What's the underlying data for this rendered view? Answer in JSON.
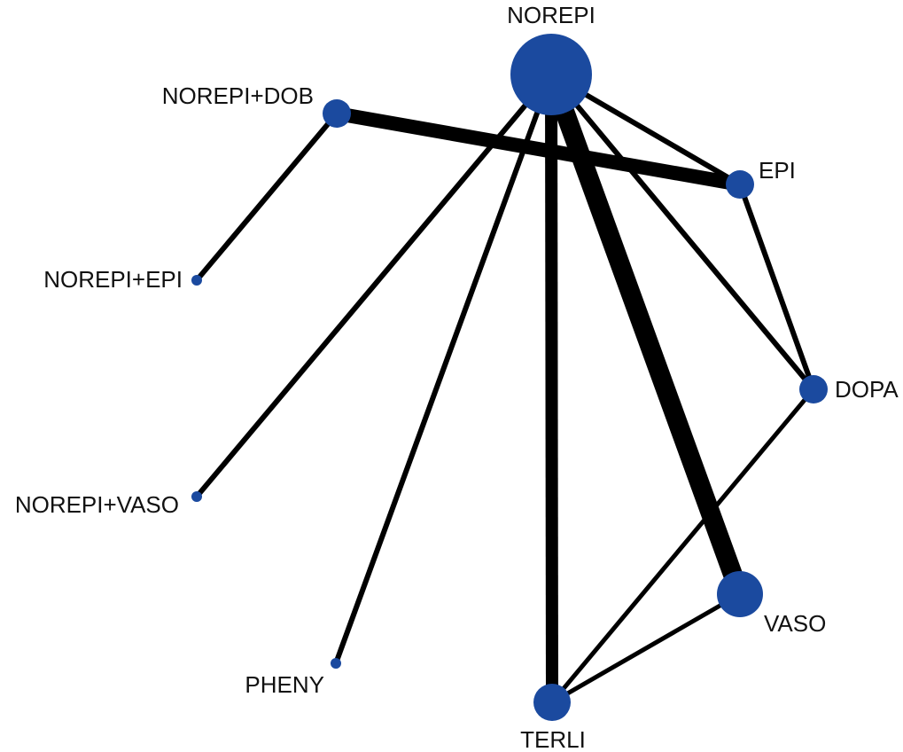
{
  "colors": {
    "node": "#1b4a9f",
    "edge": "#000000",
    "background": "#ffffff"
  },
  "nodes": [
    {
      "id": "norepi",
      "label": "NOREPI"
    },
    {
      "id": "norepi_dob",
      "label": "NOREPI+DOB"
    },
    {
      "id": "epi",
      "label": "EPI"
    },
    {
      "id": "norepi_epi",
      "label": "NOREPI+EPI"
    },
    {
      "id": "dopa",
      "label": "DOPA"
    },
    {
      "id": "norepi_vaso",
      "label": "NOREPI+VASO"
    },
    {
      "id": "vaso",
      "label": "VASO"
    },
    {
      "id": "pheny",
      "label": "PHENY"
    },
    {
      "id": "terli",
      "label": "TERLI"
    }
  ],
  "edges": [
    {
      "source": "norepi",
      "target": "vaso"
    },
    {
      "source": "norepi_dob",
      "target": "epi"
    },
    {
      "source": "norepi",
      "target": "terli"
    },
    {
      "source": "norepi",
      "target": "epi"
    },
    {
      "source": "norepi",
      "target": "dopa"
    },
    {
      "source": "norepi",
      "target": "norepi_vaso"
    },
    {
      "source": "norepi",
      "target": "pheny"
    },
    {
      "source": "norepi_dob",
      "target": "norepi_epi"
    },
    {
      "source": "epi",
      "target": "dopa"
    },
    {
      "source": "dopa",
      "target": "terli"
    },
    {
      "source": "vaso",
      "target": "terli"
    }
  ]
}
